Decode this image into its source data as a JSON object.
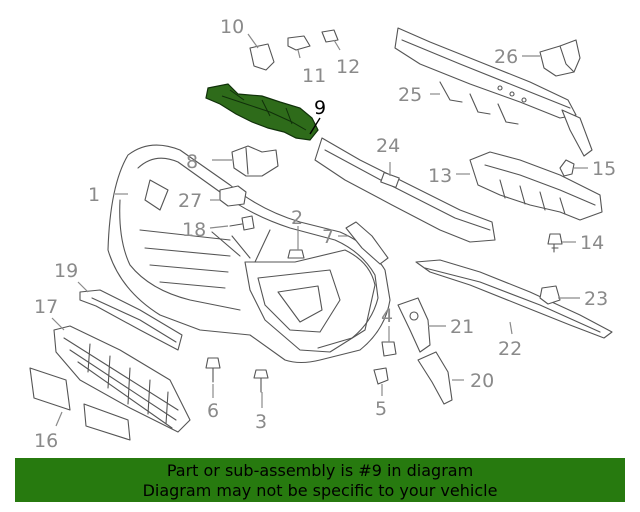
{
  "diagram": {
    "highlight_part": "9",
    "highlight_color": "#2e6b1a",
    "callouts": [
      "1",
      "2",
      "3",
      "4",
      "5",
      "6",
      "7",
      "8",
      "9",
      "10",
      "11",
      "12",
      "13",
      "14",
      "15",
      "16",
      "17",
      "18",
      "19",
      "20",
      "21",
      "22",
      "23",
      "24",
      "25",
      "26",
      "27"
    ]
  },
  "banner": {
    "line1": "Part or sub-assembly is #9 in diagram",
    "line2": "Diagram may not be specific to your vehicle",
    "color": "#277a0f"
  }
}
